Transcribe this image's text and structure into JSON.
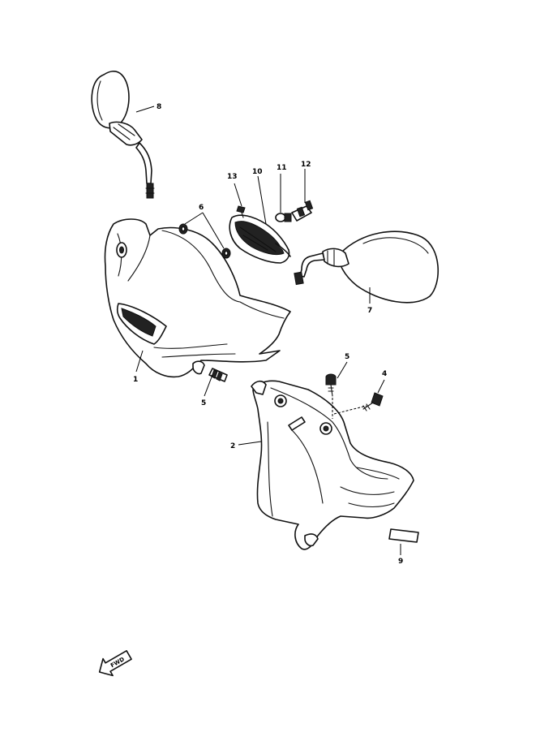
{
  "diagram": {
    "callouts": {
      "p1": "1",
      "p2": "2",
      "p4": "4",
      "p5a": "5",
      "p5b": "5",
      "p6": "6",
      "p7": "7",
      "p8": "8",
      "p9": "9",
      "p10": "10",
      "p11": "11",
      "p12": "12",
      "p13": "13"
    },
    "direction_label": "FWD"
  }
}
